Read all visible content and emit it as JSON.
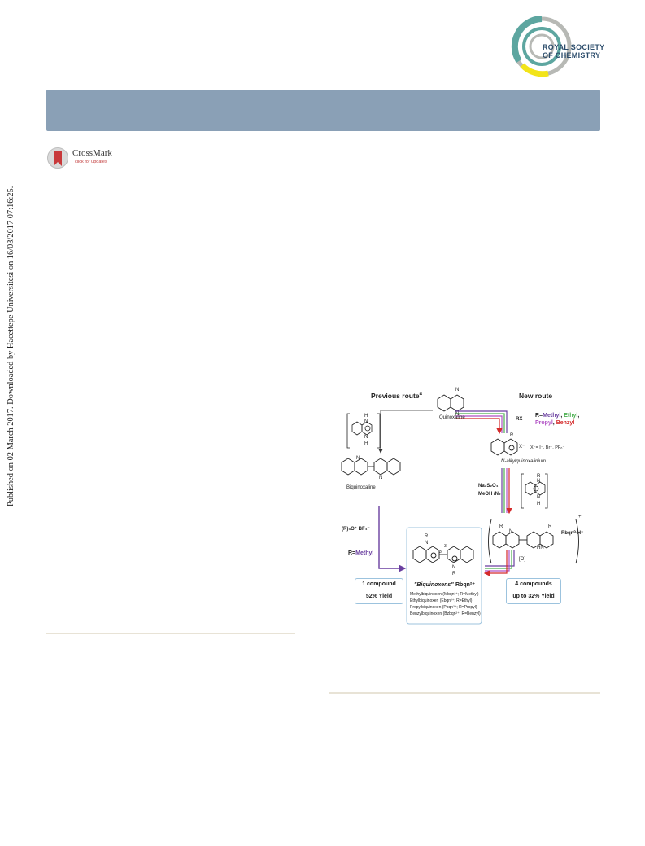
{
  "publisher": {
    "logo_line1": "ROYAL SOCIETY",
    "logo_line2": "OF CHEMISTRY",
    "colors": {
      "teal": "#5da6a0",
      "yellow": "#f2e419",
      "grey": "#b7b9b5",
      "navy": "#2b4c6b"
    }
  },
  "header_band": {
    "color": "#8aa0b6"
  },
  "crossmark": {
    "title": "CrossMark",
    "subtitle": "click for updates",
    "icon": "crossmark-ribbon-icon"
  },
  "publication_line": "Published on 02 March 2017. Downloaded by Hacettepe Universitesi on 16/03/2017 07:16:25.",
  "scheme": {
    "previous_route_title": "Previous route",
    "previous_route_marker": "a",
    "new_route_title": "New route",
    "quinoxaline_label": "Quinoxaline",
    "rx_label": "RX",
    "r_prefix": "R=",
    "r_groups": [
      {
        "name": "Methyl",
        "color": "#6a3fa0"
      },
      {
        "name": "Ethyl",
        "color": "#4caf50"
      },
      {
        "name": "Propyl",
        "color": "#b04fc4"
      },
      {
        "name": "Benzyl",
        "color": "#d42a2a"
      }
    ],
    "r_separator": ",",
    "counter_ions": "X⁻= I⁻, Br⁻, PF₆⁻",
    "x_minus": "X⁻",
    "n_alkyl_label": "N-alkylquinoxalinium",
    "biquinoxaline_label": "Biquinoxaline",
    "reagent_1": "Na₂S₂O₄",
    "reagent_2": "MeOH /N₂",
    "rbqn_h_label": "Rbqn⁰-H⁺",
    "oxidation_label": "[O]",
    "meerwein_reagent": "(R)₃O⁺ BF₄⁻",
    "r_methyl_prefix": "R=",
    "r_methyl_name": "Methyl",
    "box_left": {
      "line1": "1 compound",
      "line2": "52% Yield"
    },
    "box_right": {
      "line1": "4 compounds",
      "line2": "up to 32% Yield"
    },
    "product_title": "\"Biquinoxens\"",
    "product_formula": "Rbqn²⁺",
    "product_list": [
      "Methylbiquinoxen (Mbqn²⁺; R=Methyl)",
      "Ethylbiquinoxen (Ebqn²⁺; R=Ethyl)",
      "Propylbiquinoxen (Pbqn²⁺; R=Propyl)",
      "Benzylbiquinoxen (Bzbqn²⁺; R=Benzyl)"
    ],
    "atom_N": "N",
    "atom_H": "H",
    "atom_R": "R",
    "atom_HN": "HN",
    "plus_sign": "+",
    "pos_3": "3",
    "pos_3p": "3'",
    "arrow_colors": [
      "#6a3fa0",
      "#4caf50",
      "#b04fc4",
      "#d42a2a"
    ],
    "previous_route_arrow_color": "#6a3fa0",
    "box_border_color": "#9cc3de"
  }
}
